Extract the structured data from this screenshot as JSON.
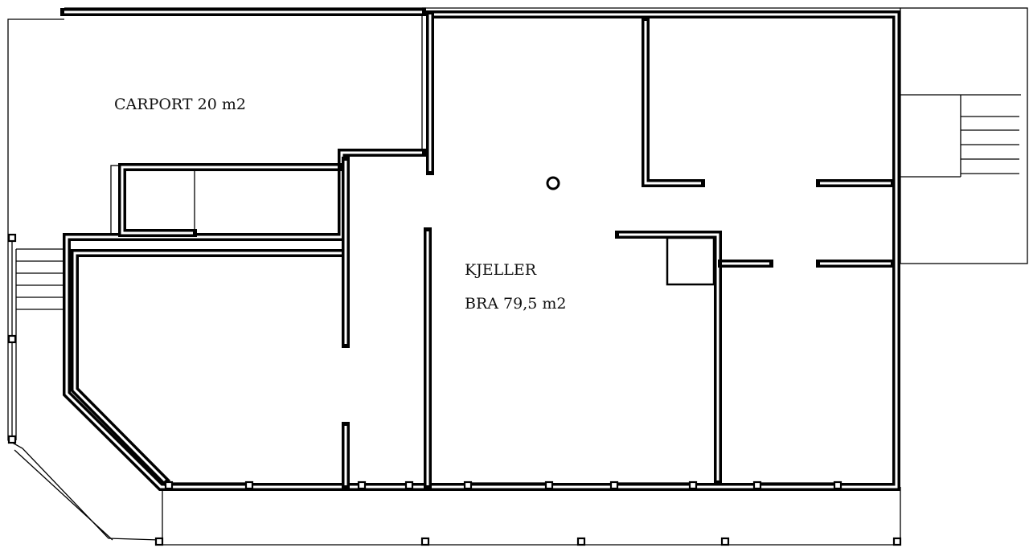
{
  "rooms": {
    "carport_label": "CARPORT 20 m2",
    "basement_label": "KJELLER",
    "basement_area": "BRA 79,5 m2"
  }
}
